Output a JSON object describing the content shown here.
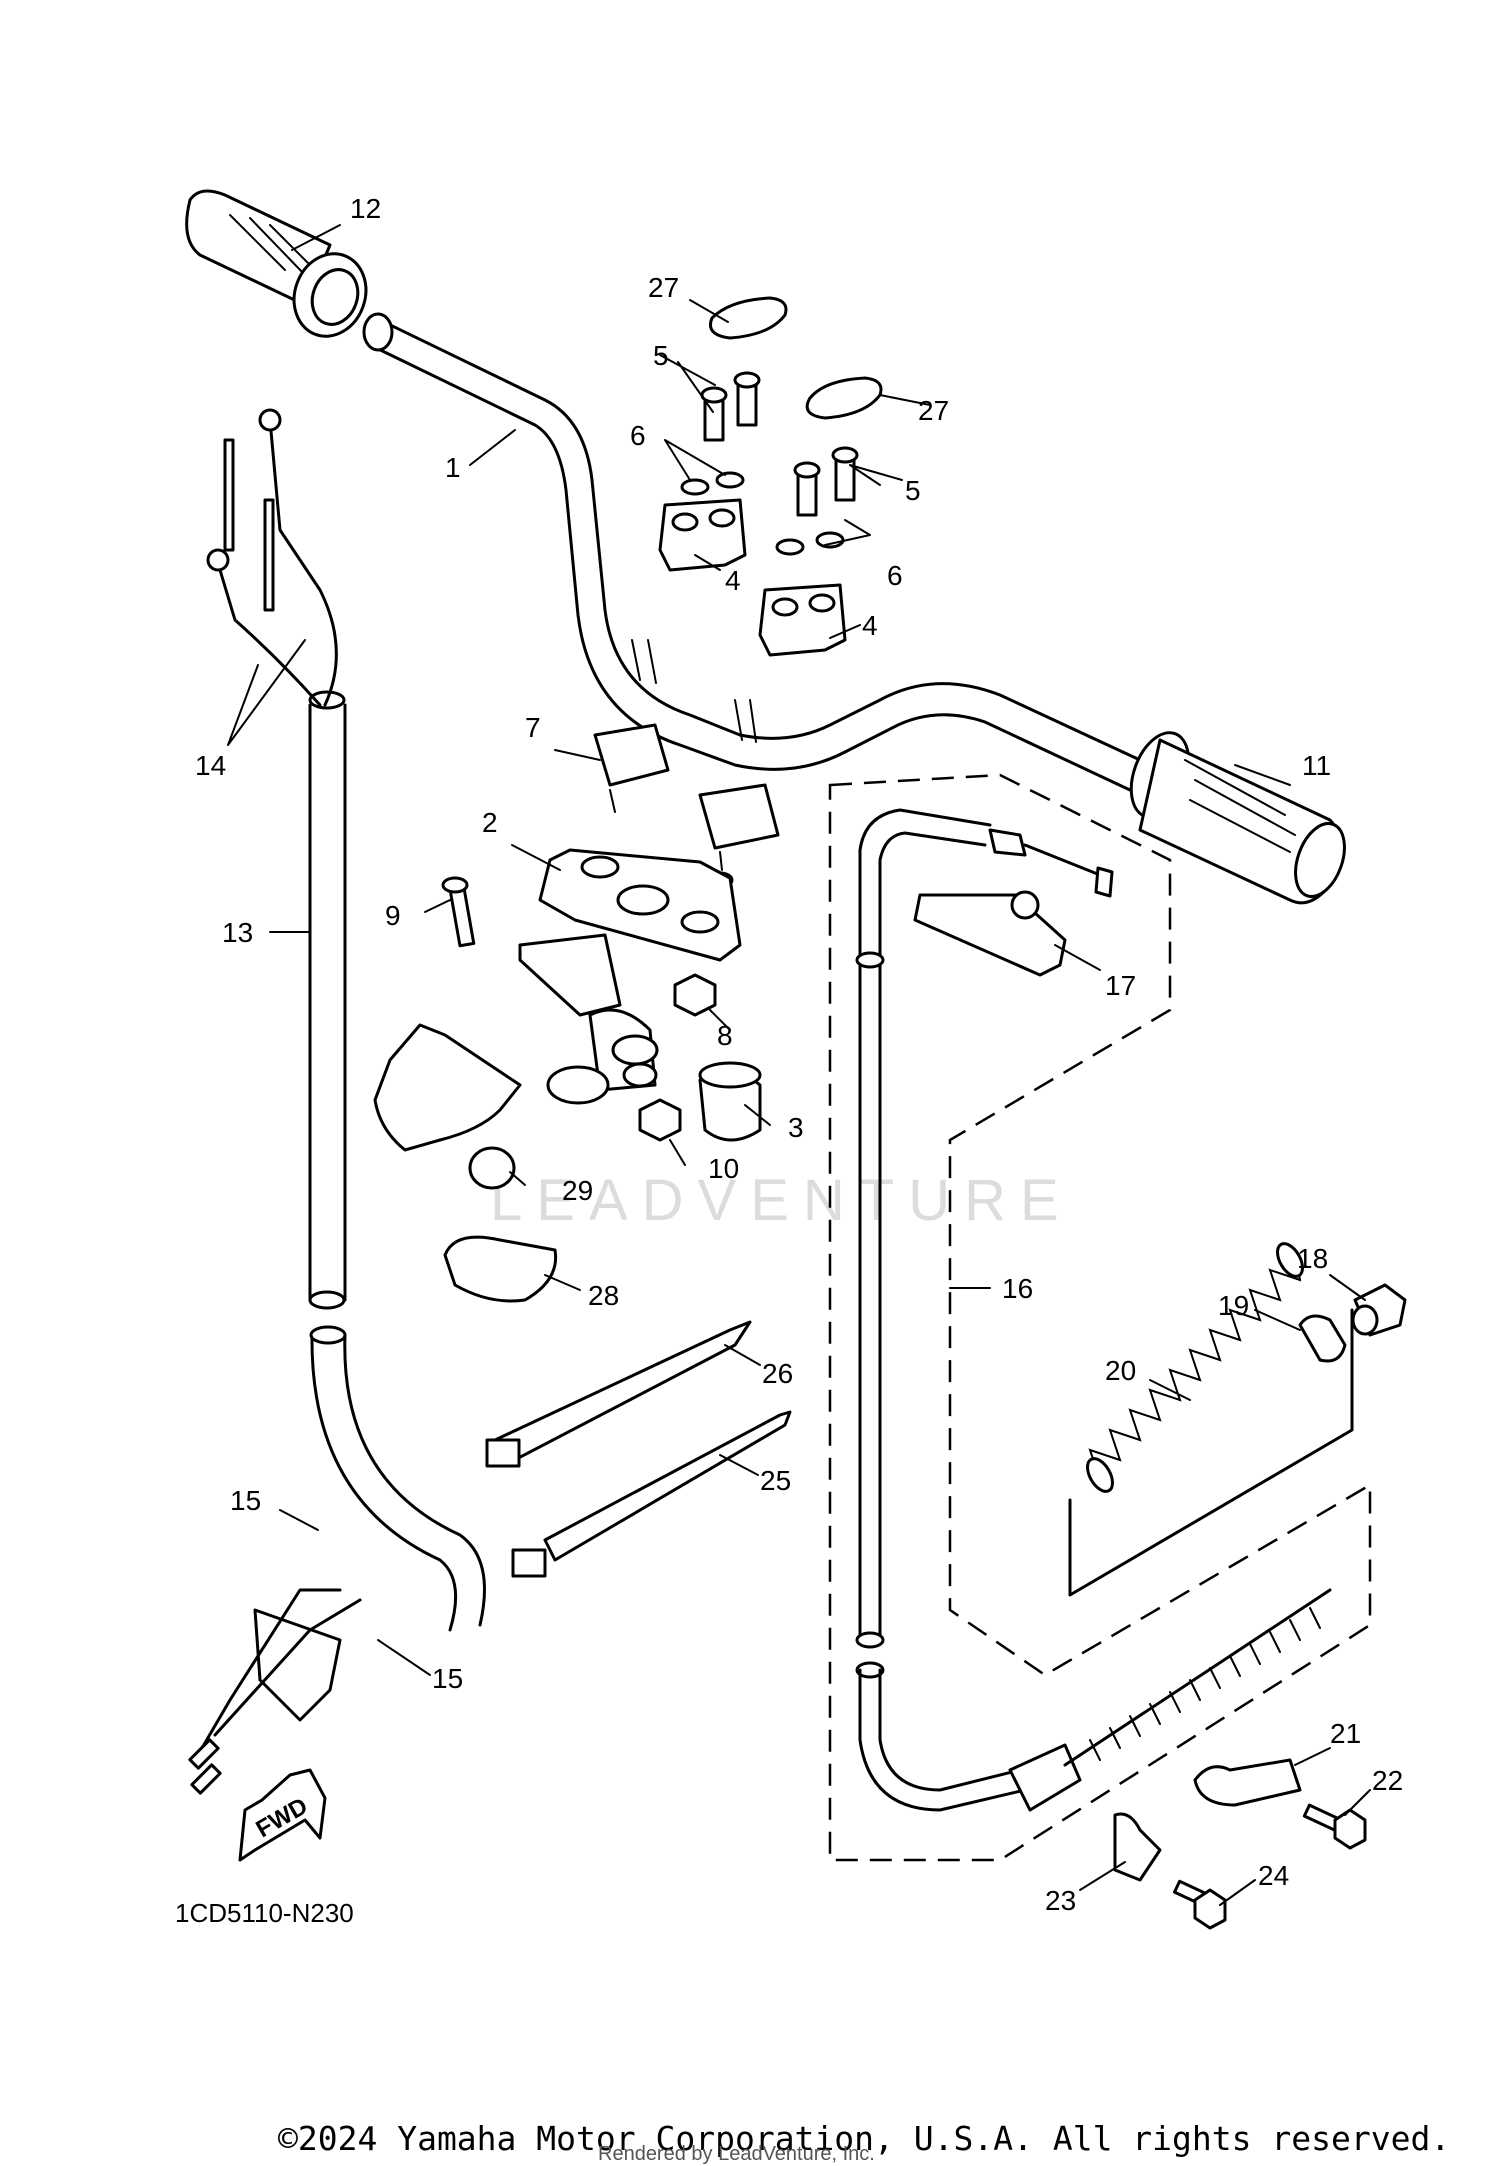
{
  "diagram_code": "1CD5110-N230",
  "fwd_label": "FWD",
  "watermark": "LEADVENTURE",
  "copyright": "©2024 Yamaha Motor Corporation, U.S.A. All rights reserved.",
  "rendered_by": "Rendered by LeadVenture, Inc.",
  "callouts": {
    "p1": "1",
    "p2": "2",
    "p3": "3",
    "p4a": "4",
    "p4b": "4",
    "p5a": "5",
    "p5b": "5",
    "p6a": "6",
    "p6b": "6",
    "p7": "7",
    "p8": "8",
    "p9": "9",
    "p10": "10",
    "p11": "11",
    "p12": "12",
    "p13": "13",
    "p14": "14",
    "p15a": "15",
    "p15b": "15",
    "p16": "16",
    "p17": "17",
    "p18": "18",
    "p19": "19",
    "p20": "20",
    "p21": "21",
    "p22": "22",
    "p23": "23",
    "p24": "24",
    "p25": "25",
    "p26": "26",
    "p27a": "27",
    "p27b": "27",
    "p28": "28",
    "p29": "29"
  }
}
